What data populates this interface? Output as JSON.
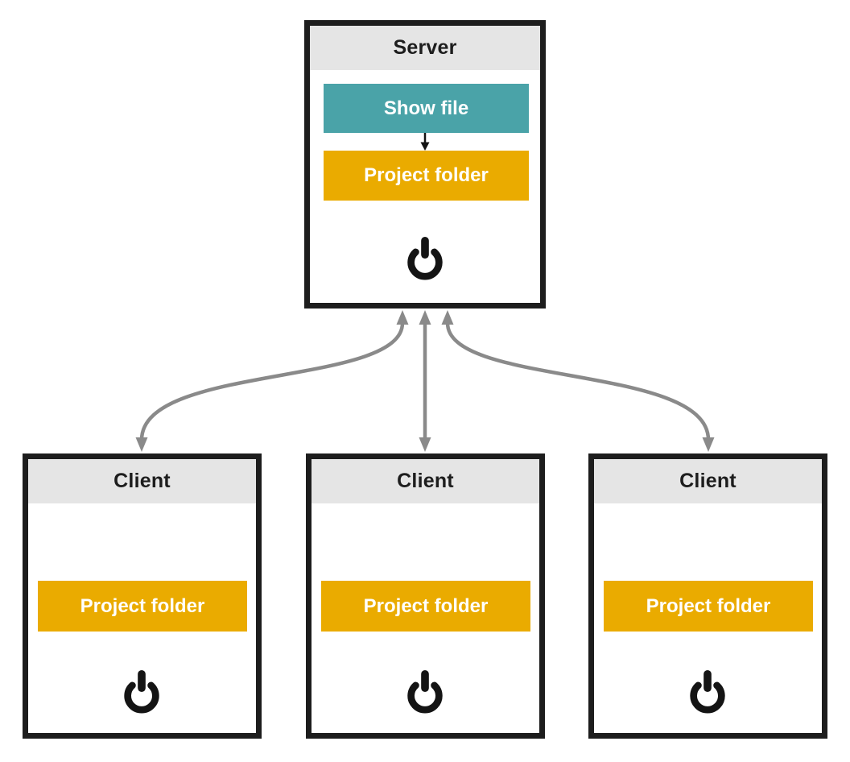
{
  "diagram": {
    "colors": {
      "background": "#ffffff",
      "node_border": "#1d1d1d",
      "node_header_bg": "#e5e5e5",
      "node_title_text": "#1d1d1d",
      "teal_accent": "#4aa3a8",
      "orange_accent": "#eaab00",
      "button_text": "#ffffff",
      "arrow_gray": "#8a8a8a",
      "icon_black": "#141414"
    },
    "server": {
      "title": "Server",
      "show_file_label": "Show file",
      "project_folder_label": "Project folder",
      "icons": [
        "arrow-down-icon",
        "power-icon"
      ]
    },
    "clients": [
      {
        "title": "Client",
        "project_folder_label": "Project folder",
        "icons": [
          "power-icon"
        ]
      },
      {
        "title": "Client",
        "project_folder_label": "Project folder",
        "icons": [
          "power-icon"
        ]
      },
      {
        "title": "Client",
        "project_folder_label": "Project folder",
        "icons": [
          "power-icon"
        ]
      }
    ],
    "connections": [
      {
        "from": "Server",
        "to": "Client-left",
        "bidirectional": true
      },
      {
        "from": "Server",
        "to": "Client-middle",
        "bidirectional": true
      },
      {
        "from": "Server",
        "to": "Client-right",
        "bidirectional": true
      }
    ]
  }
}
